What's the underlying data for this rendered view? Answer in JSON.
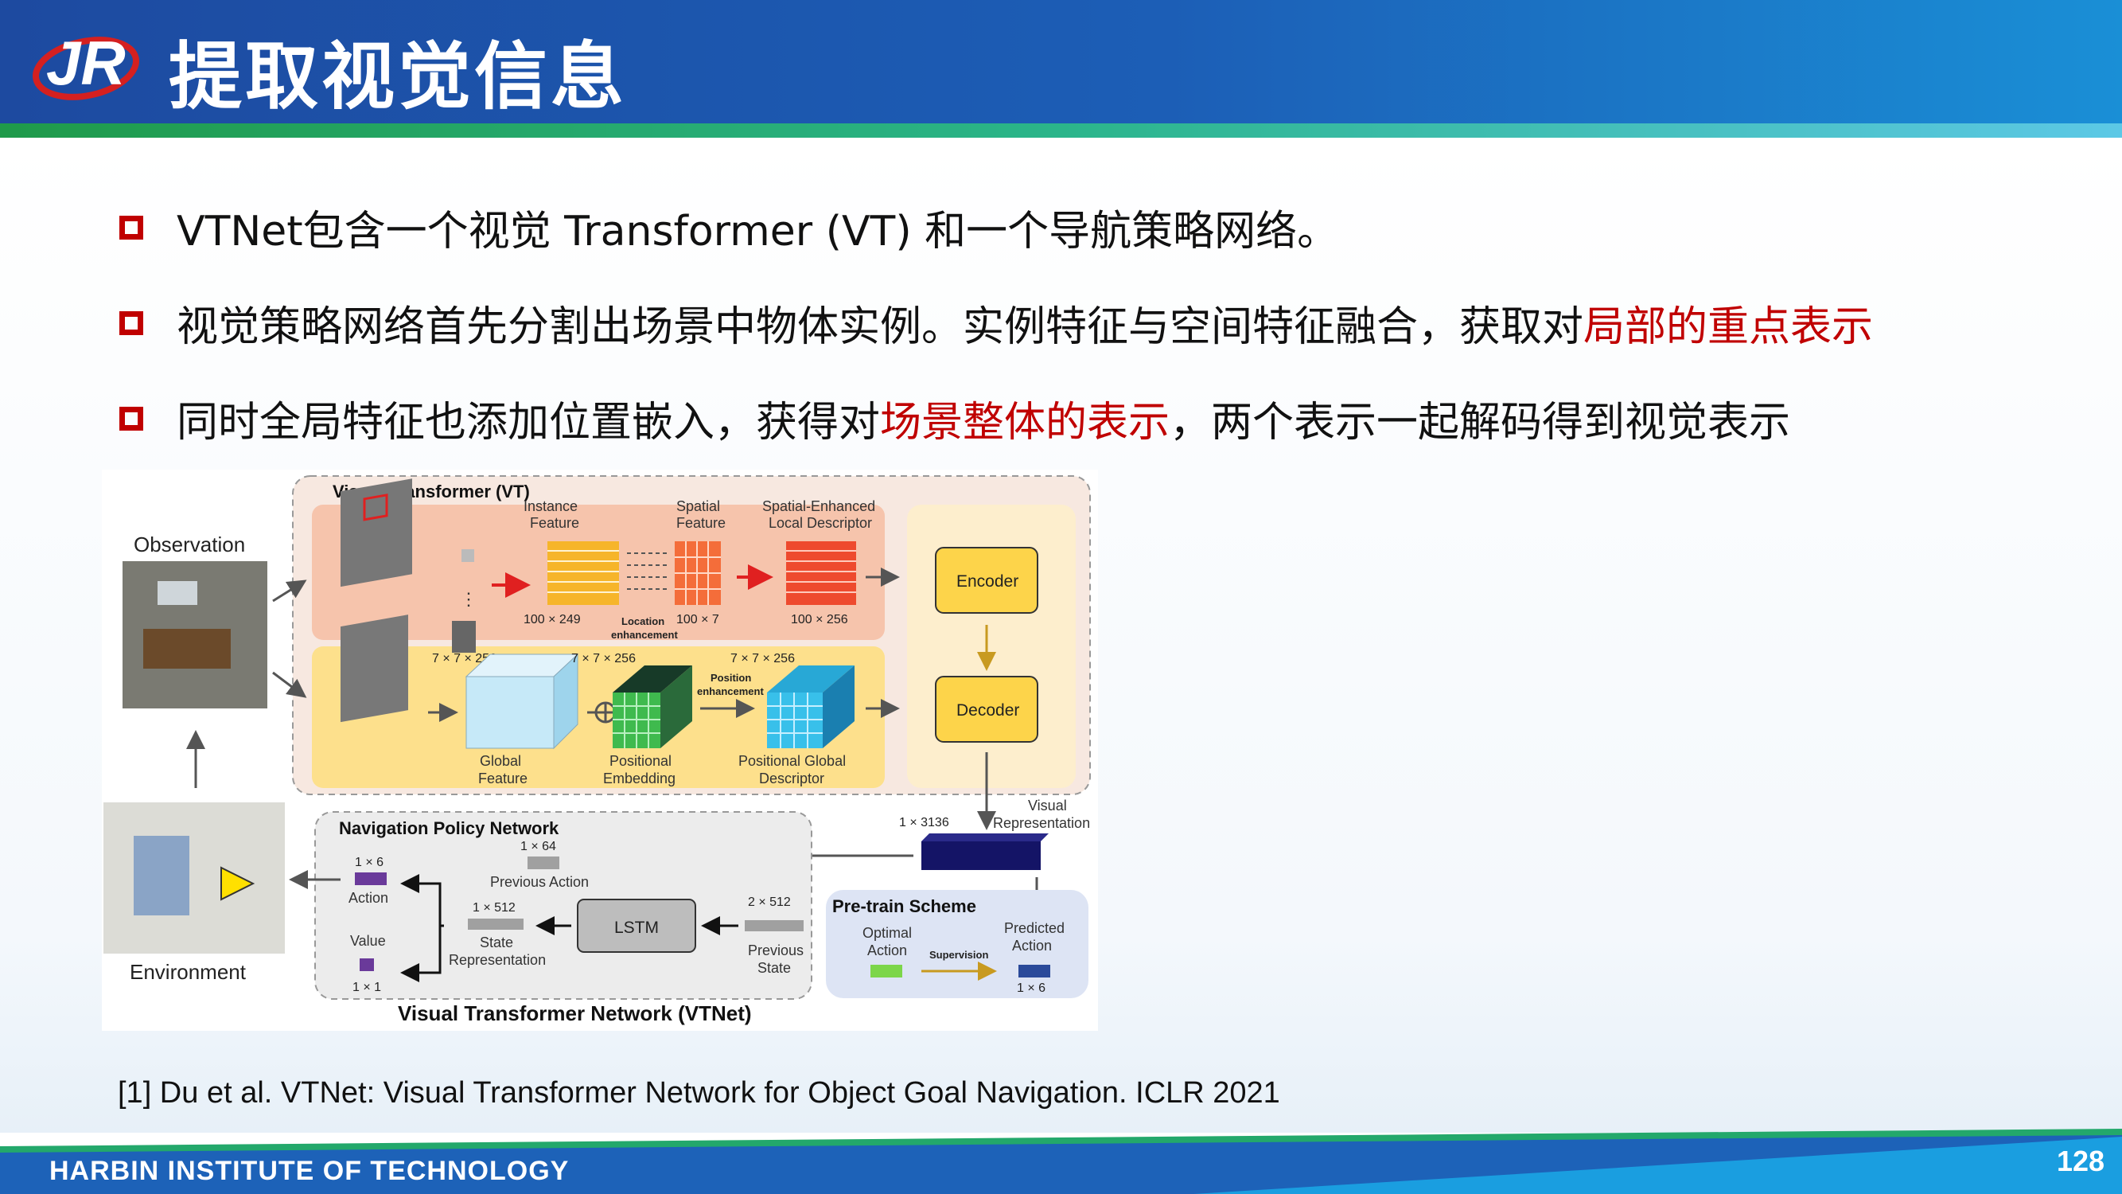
{
  "header": {
    "title": "提取视觉信息",
    "logo_text": "JR"
  },
  "bullets": [
    {
      "parts": [
        {
          "text": "VTNet包含一个视觉 Transformer (VT) 和一个导航策略网络。",
          "highlight": false
        }
      ]
    },
    {
      "parts": [
        {
          "text": "视觉策略网络首先分割出场景中物体实例。实例特征与空间特征融合，获取对",
          "highlight": false
        },
        {
          "text": "局部的重点表示",
          "highlight": true
        }
      ]
    },
    {
      "parts": [
        {
          "text": "同时全局特征也添加位置嵌入，获得对",
          "highlight": false
        },
        {
          "text": "场景整体的表示",
          "highlight": true
        },
        {
          "text": "，两个表示一起解码得到视觉表示",
          "highlight": false
        }
      ]
    }
  ],
  "figure": {
    "observation": "Observation",
    "environment": "Environment",
    "vt_title": "Visual Transformer (VT)",
    "instance_feature": [
      "Instance",
      "Feature"
    ],
    "spatial_feature": [
      "Spatial",
      "Feature"
    ],
    "spatial_enhanced": [
      "Spatial-Enhanced",
      "Local Descriptor"
    ],
    "dim_100x249": "100 × 249",
    "location_enhancement": [
      "Location",
      "enhancement"
    ],
    "dim_100x7": "100 × 7",
    "dim_100x256": "100 × 256",
    "encoder": "Encoder",
    "decoder": "Decoder",
    "dim_7x7x256_a": "7 × 7 × 256",
    "dim_7x7x256_b": "7 × 7 × 256",
    "dim_7x7x256_c": "7 × 7 × 256",
    "position_enhancement": [
      "Position",
      "enhancement"
    ],
    "global_feature": [
      "Global",
      "Feature"
    ],
    "positional_embedding": [
      "Positional",
      "Embedding"
    ],
    "positional_global": [
      "Positional Global",
      "Descriptor"
    ],
    "nav_title": "Navigation Policy Network",
    "dim_1x64": "1 × 64",
    "previous_action": "Previous Action",
    "dim_1x6_a": "1 × 6",
    "action": "Action",
    "dim_1x512": "1 × 512",
    "lstm": "LSTM",
    "dim_2x512": "2 × 512",
    "value": "Value",
    "state_representation": [
      "State",
      "Representation"
    ],
    "previous_state": [
      "Previous",
      "State"
    ],
    "dim_1x1": "1 × 1",
    "dim_1x3136": "1 × 3136",
    "visual_representation": [
      "Visual",
      "Representation"
    ],
    "pretrain_title": "Pre-train Scheme",
    "optimal_action": [
      "Optimal",
      "Action"
    ],
    "supervision": "Supervision",
    "predicted_action": [
      "Predicted",
      "Action"
    ],
    "dim_1x6_b": "1 × 6",
    "vtnet_caption": "Visual Transformer Network (VTNet)"
  },
  "reference": "[1] Du et al. VTNet: Visual Transformer Network for Object Goal Navigation. ICLR 2021",
  "footer": {
    "institution": "HARBIN INSTITUTE OF TECHNOLOGY",
    "page_number": "128"
  },
  "colors": {
    "header_blue": "#1d4aa0",
    "highlight_red": "#c00000",
    "stripe_green": "#1f9a4a"
  }
}
